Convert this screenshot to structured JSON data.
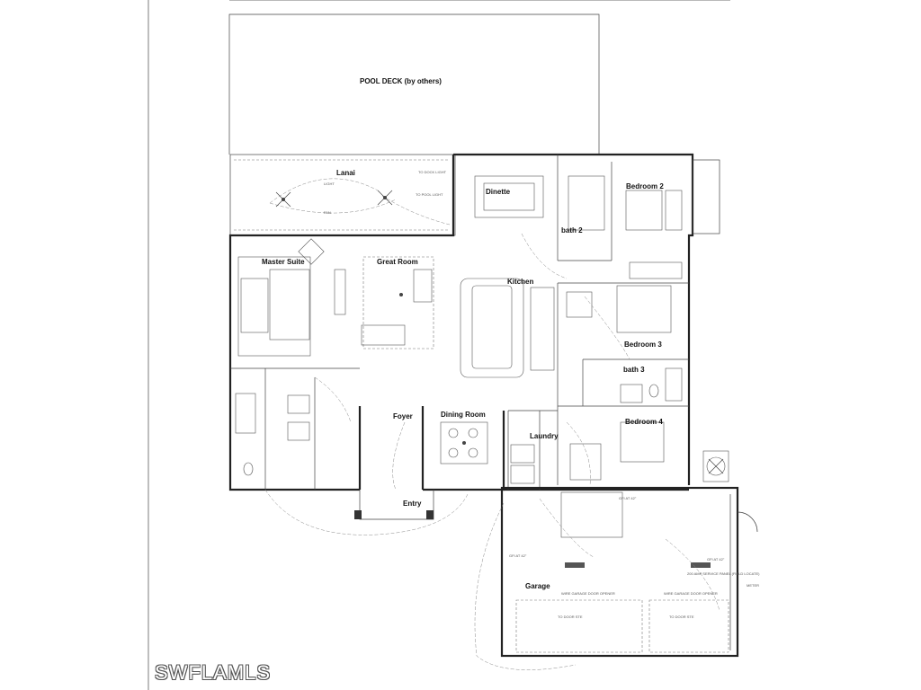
{
  "labels": {
    "pool_deck": "POOL DECK (by others)",
    "lanai": "Lanai",
    "dinette": "Dinette",
    "bedroom2": "Bedroom 2",
    "bath2": "bath 2",
    "master_suite": "Master Suite",
    "great_room": "Great Room",
    "kitchen": "Kitchen",
    "bedroom3": "Bedroom 3",
    "bath3": "bath 3",
    "foyer": "Foyer",
    "dining_room": "Dining Room",
    "laundry": "Laundry",
    "bedroom4": "Bedroom 4",
    "entry": "Entry",
    "garage": "Garage"
  },
  "notes": {
    "to_dock": "TO DOCK LIGHT",
    "to_pool": "TO POOL LIGHT",
    "light": "LIGHT",
    "fan": "FAN",
    "gfi_at_42_1": "GFI AT 42\"",
    "gfi_at_42_2": "GFI AT 42\"",
    "gfi_at_42_3": "GFI AT 42\"",
    "to_door_ste_1": "TO DOOR STE",
    "to_door_ste_2": "TO DOOR STE",
    "meter": "METER",
    "garage_opener_1": "WIRE GARAGE DOOR OPENER",
    "garage_opener_2": "WIRE GARAGE DOOR OPENER",
    "service_panel": "200 AMP SERVICE PANEL (FIELD LOCATE)"
  },
  "watermark": "SWFLAMLS"
}
